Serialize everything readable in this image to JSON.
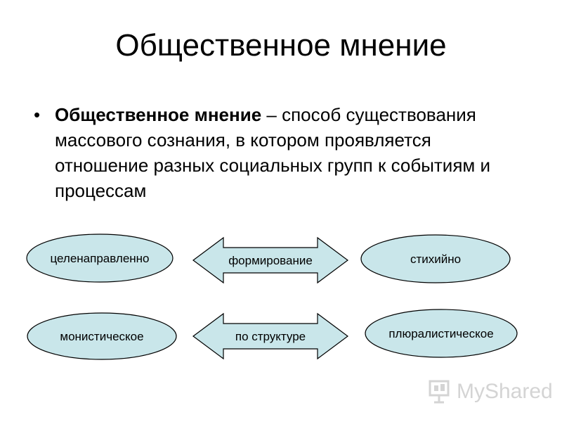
{
  "slide": {
    "title": "Общественное мнение",
    "definition": {
      "term": "Общественное мнение",
      "separator": " – ",
      "text": "способ существования массового сознания, в котором проявляется отношение разных социальных групп к событиям и процессам"
    }
  },
  "diagram": {
    "row1": {
      "left": "целенаправленно",
      "center": "формирование",
      "right": "стихийно"
    },
    "row2": {
      "left": "монистическое",
      "center": "по структуре",
      "right": "плюралистическое"
    }
  },
  "watermark": {
    "text": "MyShared",
    "icon": "presentation-board-icon"
  },
  "colors": {
    "shape_fill": "#c9e6ea",
    "shape_stroke": "#000000",
    "watermark": "#d4d4d4"
  }
}
